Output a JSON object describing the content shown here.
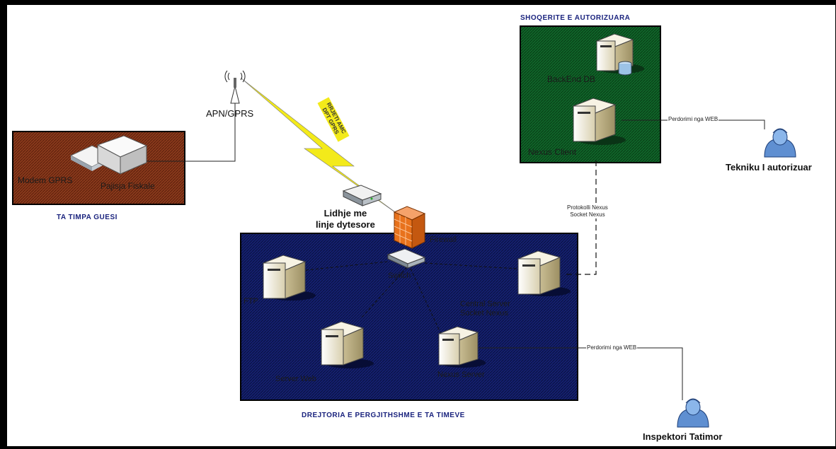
{
  "zones": {
    "taxpayer": {
      "title": "TA TIMPA GUESI",
      "color": "#7a2e14"
    },
    "authorized": {
      "title": "SHOQERITE E AUTORIZUARA",
      "color": "#0c4a1a"
    },
    "directorate": {
      "title": "DREJTORIA E PERGJITHSHME E TA TIMEVE",
      "color": "#0d1650"
    }
  },
  "devices": {
    "modem": "Modem GPRS",
    "fiscal_device": "Pajisja Fiskale",
    "apn": "APN/GPRS",
    "network_tag": "RRJETI AMC DPT GPRS",
    "dialup": "Lidhje me\nlinje dytesore",
    "firewall": "Firewall",
    "switch": "Switch",
    "ftp": "FTP",
    "central_server": "Central Server\nSocket Nexus",
    "server_web": "Server Web",
    "nexus_server": "Nexus Server",
    "backend_db": "BackEnd DB",
    "nexus_client": "Nexus Client"
  },
  "links": {
    "web_use_top": "Perdorimi nga WEB",
    "web_use_bottom": "Perdorimi nga WEB",
    "protocol": "Protokolli Nexus\nSocket Nexus"
  },
  "users": {
    "technician": "Tekniku I autorizuar",
    "inspector": "Inspektori Tatimor"
  }
}
